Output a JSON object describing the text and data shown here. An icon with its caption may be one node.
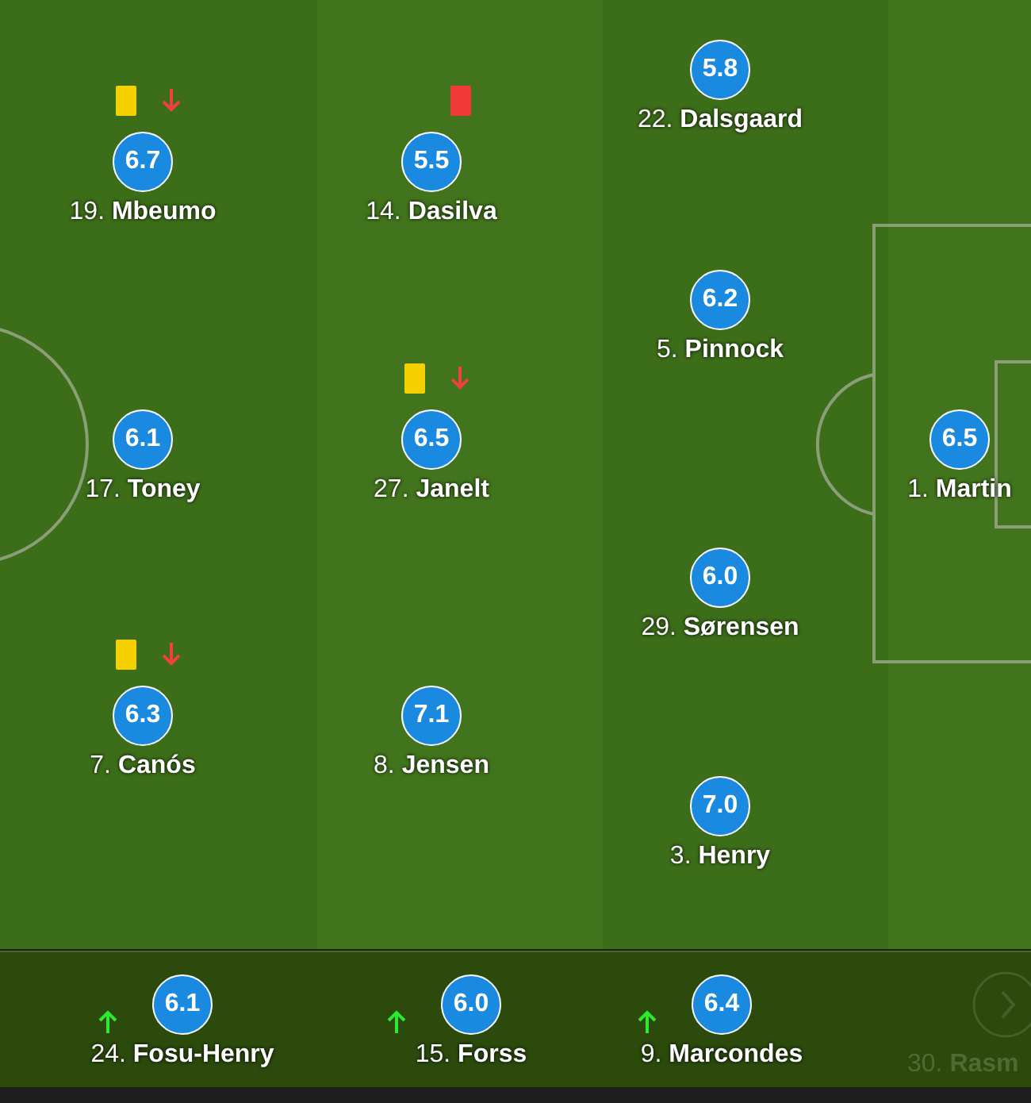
{
  "diagram": {
    "nodes": [
      {
        "text": [
          "5.8",
          "22. **Dalsgaard**"
        ]
      },
      {
        "text": [
          "6.7",
          "19. **Mbeumo**"
        ]
      },
      {
        "text": [
          "5.5",
          "14. **Dasilva**"
        ]
      },
      {
        "text": [
          "6.2",
          "5. **Pinnock**"
        ]
      },
      {
        "text": [
          "6.1",
          "17. **Toney**"
        ]
      },
      {
        "text": [
          "6.5",
          "27. **Janelt**"
        ]
      },
      {
        "text": [
          "6.5",
          "1. **Martin**"
        ]
      },
      {
        "text": [
          "6.0",
          "29. **Sørensen**"
        ]
      },
      {
        "text": [
          "6.3",
          "7. **Canós**"
        ]
      },
      {
        "text": [
          "7.1",
          "8. **Jensen**"
        ]
      },
      {
        "text": [
          "7.0",
          "3. **Henry**"
        ]
      },
      {
        "text": [
          "6.1",
          "24. **Fosu-Henry**"
        ]
      },
      {
        "text": [
          "6.0",
          "15. **Forss**"
        ]
      },
      {
        "text": [
          "6.4",
          "9. **Marcondes**"
        ]
      }
    ],
    "labels": [
      "30. **Rasm**"
    ]
  }
}
